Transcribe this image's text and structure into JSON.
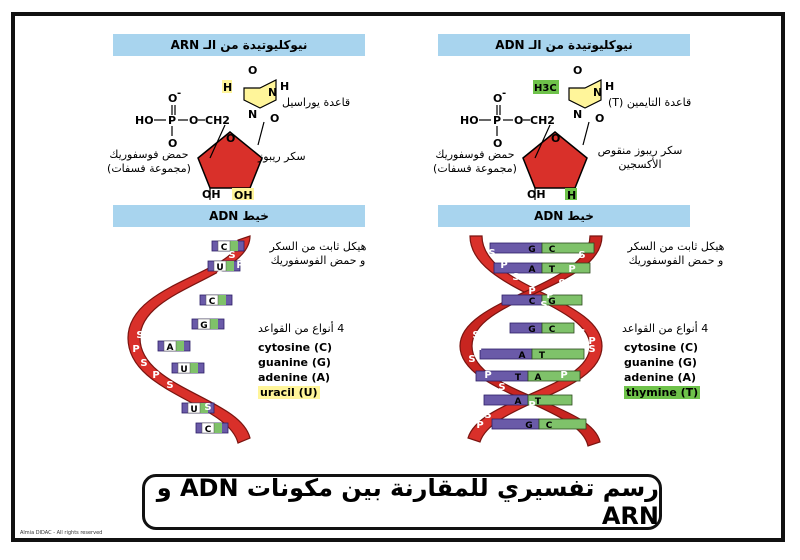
{
  "panels": {
    "rna_nucleotide_header": "نيوكليوتيدة من الـ ARN",
    "dna_nucleotide_header": "نيوكليوتيدة من الـ ADN",
    "rna_strand_header": "خيط ADN",
    "dna_strand_header": "خيط ADN"
  },
  "rna_nucleotide": {
    "base_label": "قاعدة يوراسيل",
    "sugar_label": "سكر ريبوز",
    "phosphate_label_1": "حمض فوسفوريك",
    "phosphate_label_2": "(مجموعة فسفات)",
    "atoms": {
      "o_top": "O",
      "o_minus": "-",
      "ho": "HO",
      "p": "P",
      "o_link": "O",
      "ch2": "CH2",
      "o_bottom": "O",
      "h_ring": "H",
      "n_h": "N",
      "h_n": "H",
      "o_ring1": "O",
      "o_ring2": "O",
      "n_ring": "N",
      "o_sugar": "O",
      "oh1": "OH",
      "oh2": "OH"
    }
  },
  "dna_nucleotide": {
    "base_label": "قاعدة التايمين (T)",
    "sugar_label_1": "سكر ريبوز منقوص",
    "sugar_label_2": "الأكسجين",
    "phosphate_label_1": "حمض فوسفوريك",
    "phosphate_label_2": "(مجموعة فسفات)",
    "atoms": {
      "o_top": "O",
      "o_minus": "-",
      "ho": "HO",
      "p": "P",
      "o_link": "O",
      "ch2": "CH2",
      "o_bottom": "O",
      "h3c": "H3C",
      "n_h": "N",
      "h_n": "H",
      "o_ring1": "O",
      "o_ring2": "O",
      "n_ring": "N",
      "o_sugar": "O",
      "oh1": "OH",
      "h_bottom": "H"
    }
  },
  "rna_strand": {
    "backbone_label_1": "هيكل ثابت من السكر",
    "backbone_label_2": "و حمض الفوسفوريك",
    "bases_title": "4 أنواع من القواعد",
    "bases": [
      "cytosine (C)",
      "guanine (G)",
      "adenine (A)",
      "uracil (U)"
    ],
    "highlight_base": "uracil (U)",
    "base_letters": [
      "C",
      "U",
      "C",
      "G",
      "A",
      "U",
      "U",
      "C"
    ],
    "sugar_letters": [
      "S",
      "S",
      "S",
      "S",
      "S",
      "S",
      "S",
      "S",
      "S"
    ],
    "phosphate_letters": [
      "P",
      "P",
      "P",
      "P",
      "P",
      "P"
    ]
  },
  "dna_strand": {
    "backbone_label_1": "هيكل ثابت من السكر",
    "backbone_label_2": "و حمض الفوسفوريك",
    "bases_title": "4 أنواع من القواعد",
    "bases": [
      "cytosine (C)",
      "guanine (G)",
      "adenine (A)",
      "thymine (T)"
    ],
    "highlight_base": "thymine (T)",
    "pair_letters": [
      [
        "G",
        "C"
      ],
      [
        "A",
        "T"
      ],
      [
        "C",
        "G"
      ],
      [
        "G",
        "C"
      ],
      [
        "A",
        "T"
      ],
      [
        "T",
        "A"
      ],
      [
        "A",
        "T"
      ],
      [
        "G",
        "C"
      ]
    ],
    "sugar_letters": [
      "S",
      "S",
      "S",
      "S",
      "S",
      "S",
      "S",
      "S",
      "S",
      "S",
      "S",
      "S"
    ],
    "phosphate_letters": [
      "P",
      "P",
      "P",
      "P",
      "P",
      "P",
      "P",
      "P",
      "P",
      "P"
    ]
  },
  "title": "رسم تفسيري للمقارنة بين مكونات ADN و ARN",
  "copyright": "Almia DIDAC - All rights reserved",
  "colors": {
    "header_bg": "#a8d4ee",
    "ribbon_red": "#d9302a",
    "base_purple": "#6a5aa8",
    "base_green": "#7fc26a",
    "highlight_yellow": "#fff59a",
    "highlight_green": "#6ec24a"
  }
}
